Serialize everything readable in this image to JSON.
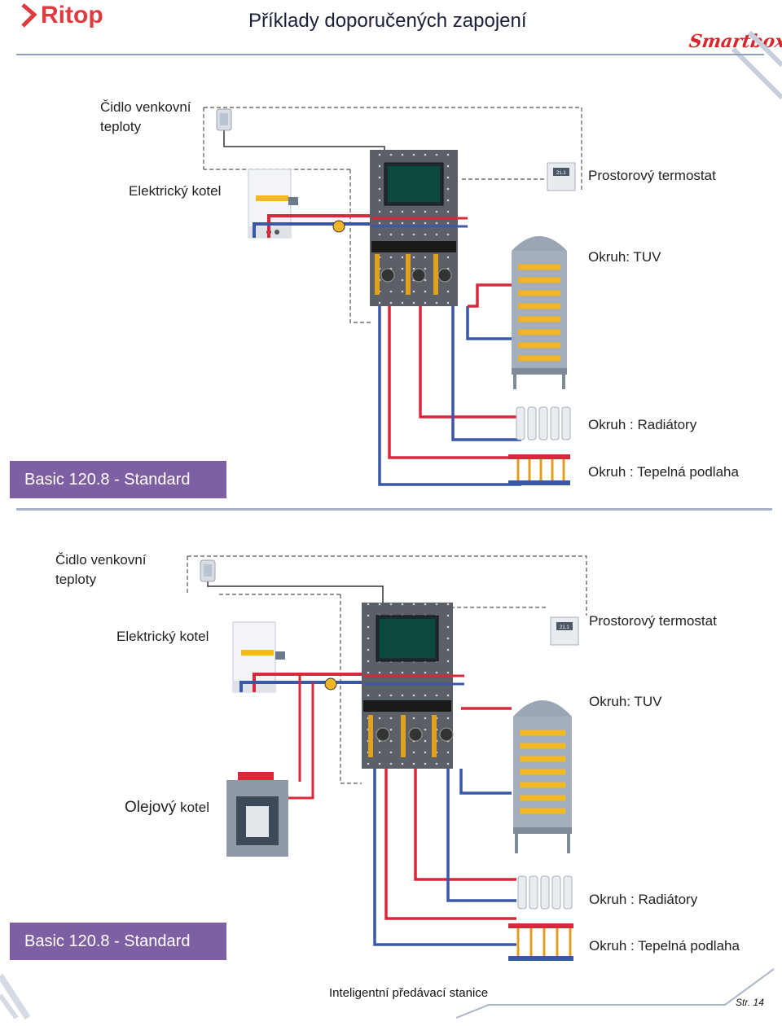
{
  "header": {
    "brand_left": "Ritop",
    "title": "Příklady doporučených zapojení",
    "brand_right": "Smartbox"
  },
  "diagram1": {
    "sensor_label": "Čidlo venkovní teploty",
    "boiler_label": "Elektrický kotel",
    "thermostat_label": "Prostorový termostat",
    "tuv_label": "Okruh: TUV",
    "radiator_label": "Okruh : Radiátory",
    "floor_label": "Okruh : Tepelná podlaha",
    "badge": "Basic 120.8 - Standard",
    "display_text": "21.1"
  },
  "diagram2": {
    "sensor_label": "Čidlo venkovní teploty",
    "boiler_label": "Elektrický kotel",
    "oil_boiler_label_a": "Olejový",
    "oil_boiler_label_b": "kotel",
    "thermostat_label": "Prostorový termostat",
    "tuv_label": "Okruh: TUV",
    "radiator_label": "Okruh : Radiátory",
    "floor_label": "Okruh : Tepelná podlaha",
    "badge": "Basic 120.8 - Standard",
    "display_text": "21.1"
  },
  "footer": {
    "text": "Inteligentní předávací stanice",
    "page": "Str. 14"
  },
  "colors": {
    "hot_pipe": "#d8283c",
    "cold_pipe": "#3b58a8",
    "badge": "#7f5fa3",
    "coil": "#f4b626",
    "brand_red": "#e03a3e"
  }
}
